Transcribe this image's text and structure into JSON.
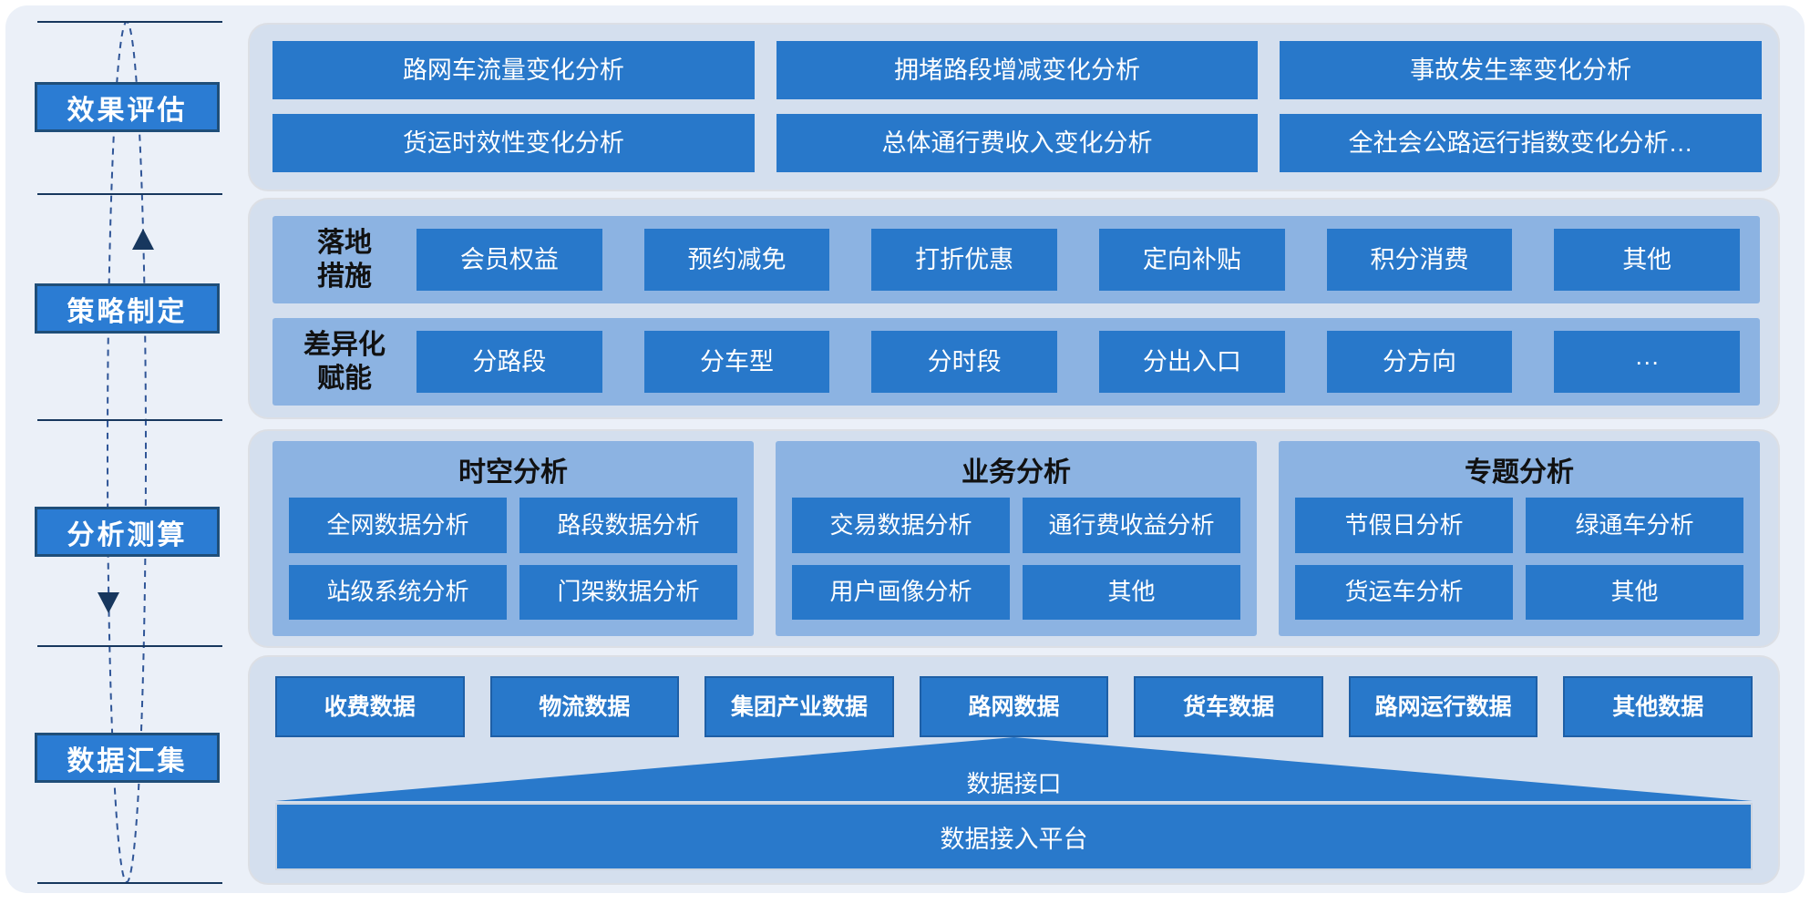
{
  "colors": {
    "page_bg": "#EBF0F8",
    "panel_bg": "#D4DFEE",
    "subpanel_bg": "#8CB3E2",
    "button_blue": "#2878CA",
    "stage_fill": "#2B7CD3",
    "stage_border": "#1F4E79",
    "line_navy": "#17375E",
    "dash_stroke": "#2F5597",
    "dark_text": "#111111",
    "button_text": "#FFFFFF"
  },
  "left_rail": {
    "stages": [
      {
        "label": "效果评估"
      },
      {
        "label": "策略制定"
      },
      {
        "label": "分析测算"
      },
      {
        "label": "数据汇集"
      }
    ]
  },
  "evaluation": {
    "items": [
      "路网车流量变化分析",
      "拥堵路段增减变化分析",
      "事故发生率变化分析",
      "货运时效性变化分析",
      "总体通行费收入变化分析",
      "全社会公路运行指数变化分析…"
    ]
  },
  "strategy": {
    "rows": [
      {
        "label": "落地措施",
        "label_lines": [
          "落地",
          "措施"
        ],
        "items": [
          "会员权益",
          "预约减免",
          "打折优惠",
          "定向补贴",
          "积分消费",
          "其他"
        ]
      },
      {
        "label": "差异化赋能",
        "label_lines": [
          "差异化",
          "赋能"
        ],
        "items": [
          "分路段",
          "分车型",
          "分时段",
          "分出入口",
          "分方向",
          "···"
        ]
      }
    ]
  },
  "analysis": {
    "groups": [
      {
        "title": "时空分析",
        "items": [
          "全网数据分析",
          "路段数据分析",
          "站级系统分析",
          "门架数据分析"
        ]
      },
      {
        "title": "业务分析",
        "items": [
          "交易数据分析",
          "通行费收益分析",
          "用户画像分析",
          "其他"
        ]
      },
      {
        "title": "专题分析",
        "items": [
          "节假日分析",
          "绿通车分析",
          "货运车分析",
          "其他"
        ]
      }
    ]
  },
  "data_collection": {
    "sources": [
      "收费数据",
      "物流数据",
      "集团产业数据",
      "路网数据",
      "货车数据",
      "路网运行数据",
      "其他数据"
    ],
    "interface_label": "数据接口",
    "platform_label": "数据接入平台"
  }
}
